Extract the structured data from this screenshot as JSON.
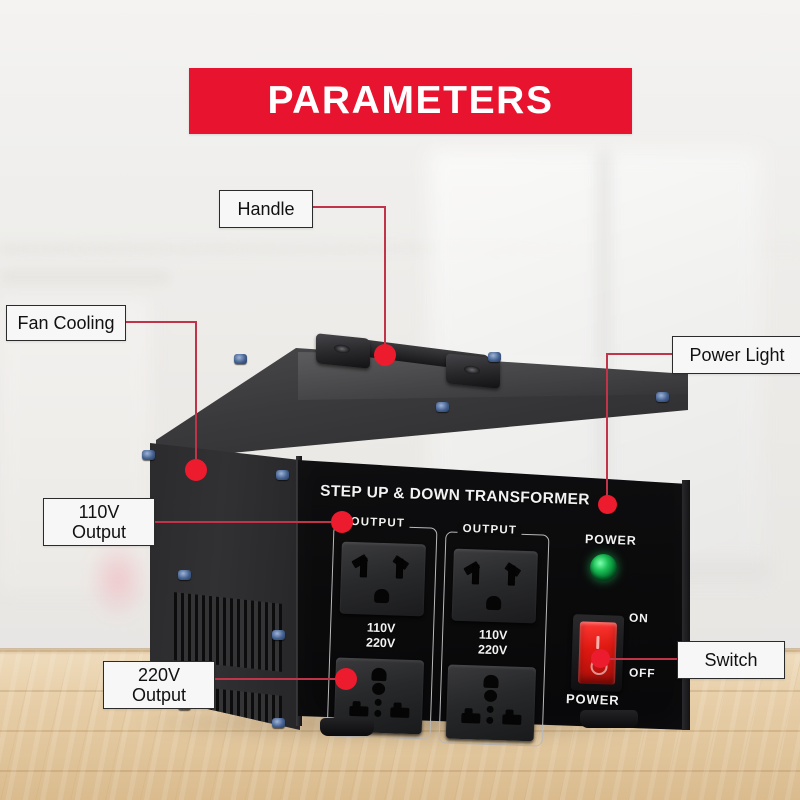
{
  "banner": {
    "title": "PARAMETERS",
    "color": "#e8142f",
    "text_color": "#ffffff"
  },
  "product": {
    "name": "STEP UP & DOWN TRANSFORMER",
    "body_color": "#0c0c0e",
    "output_groups": [
      {
        "label": "OUTPUT",
        "voltage_line1": "110V",
        "voltage_line2": "220V"
      },
      {
        "label": "OUTPUT",
        "voltage_line1": "110V",
        "voltage_line2": "220V"
      }
    ],
    "indicator": {
      "label": "POWER",
      "led_color": "#1bbf55"
    },
    "switch": {
      "label": "POWER",
      "on_label": "ON",
      "off_label": "OFF",
      "rocker_color": "#e01912"
    }
  },
  "callouts": [
    {
      "id": "handle",
      "label": "Handle"
    },
    {
      "id": "fan-cooling",
      "label": "Fan Cooling"
    },
    {
      "id": "output-110v",
      "line1": "110V",
      "line2": "Output"
    },
    {
      "id": "output-220v",
      "line1": "220V",
      "line2": "Output"
    },
    {
      "id": "power-light",
      "label": "Power Light"
    },
    {
      "id": "switch",
      "label": "Switch"
    }
  ],
  "style": {
    "lead_color": "#c0344a",
    "dot_color": "#ec1b2e",
    "callout_bg": "#f7f7f7",
    "callout_border": "#2b2b2b"
  }
}
